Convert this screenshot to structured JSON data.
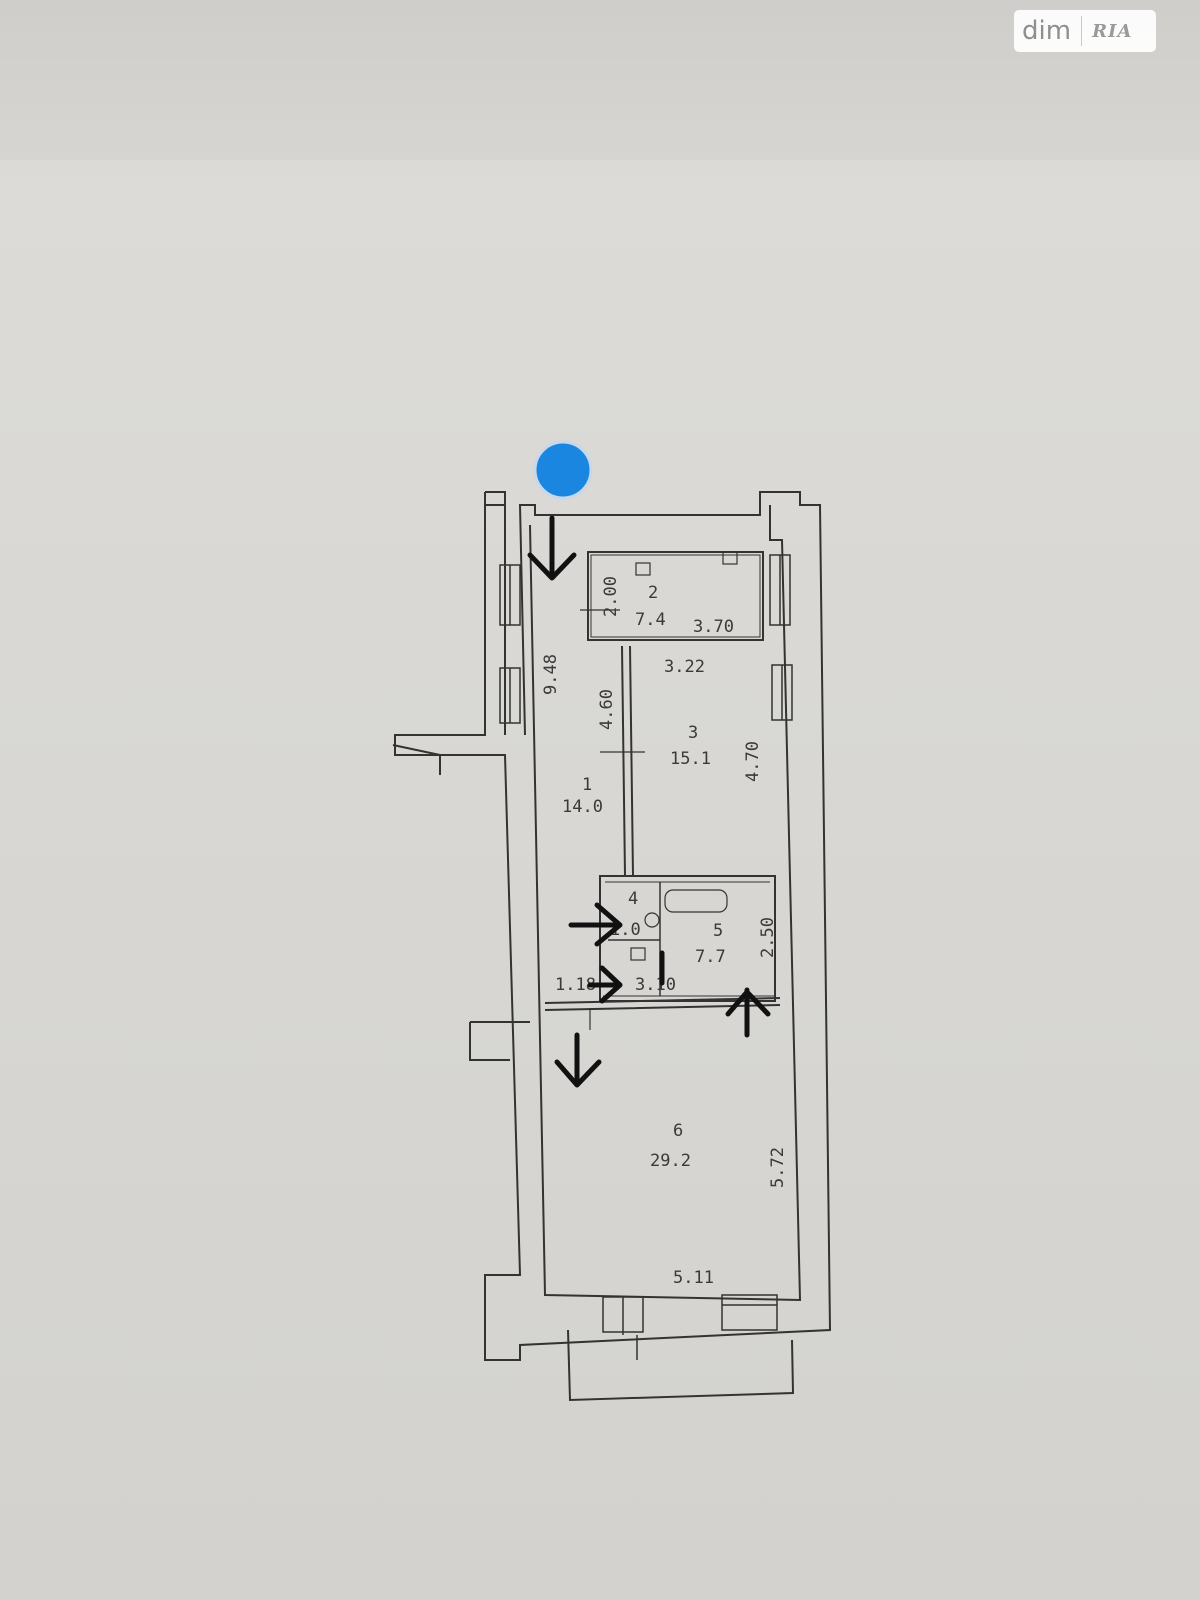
{
  "watermark": {
    "brand": "dim",
    "logo": "RIA"
  },
  "rooms": [
    {
      "id": "1",
      "area": "14.0"
    },
    {
      "id": "2",
      "area": "7.4"
    },
    {
      "id": "3",
      "area": "15.1"
    },
    {
      "id": "4",
      "area": "1.0"
    },
    {
      "id": "5",
      "area": "7.7"
    },
    {
      "id": "6",
      "area": "29.2"
    }
  ],
  "dimensions": {
    "d_948": "9.48",
    "d_200": "2.00",
    "d_370": "3.70",
    "d_322": "3.22",
    "d_460": "4.60",
    "d_470": "4.70",
    "d_250": "2.50",
    "d_118": "1.18",
    "d_310": "3.10",
    "d_572": "5.72",
    "d_511": "5.11"
  },
  "marker_color": "#1a86e0"
}
